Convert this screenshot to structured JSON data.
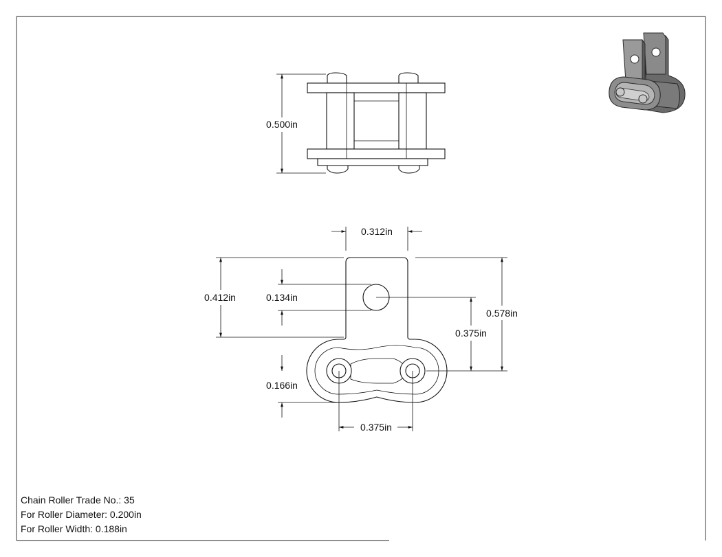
{
  "dimensions": {
    "top_height": "0.500in",
    "tab_width": "0.312in",
    "tab_height": "0.412in",
    "hole_diameter": "0.134in",
    "total_height": "0.578in",
    "hole_to_pin": "0.375in",
    "link_height": "0.166in",
    "pitch": "0.375in"
  },
  "notes": {
    "trade_no": "Chain Roller Trade No.: 35",
    "roller_diameter": "For Roller Diameter: 0.200in",
    "roller_width": "For Roller Width: 0.188in"
  },
  "iso_view": {
    "colors": {
      "plate": "#8a8a8a",
      "plate_dark": "#5a5a5a",
      "plate_light": "#b5b5b5",
      "edge": "#2a2a2a"
    }
  }
}
